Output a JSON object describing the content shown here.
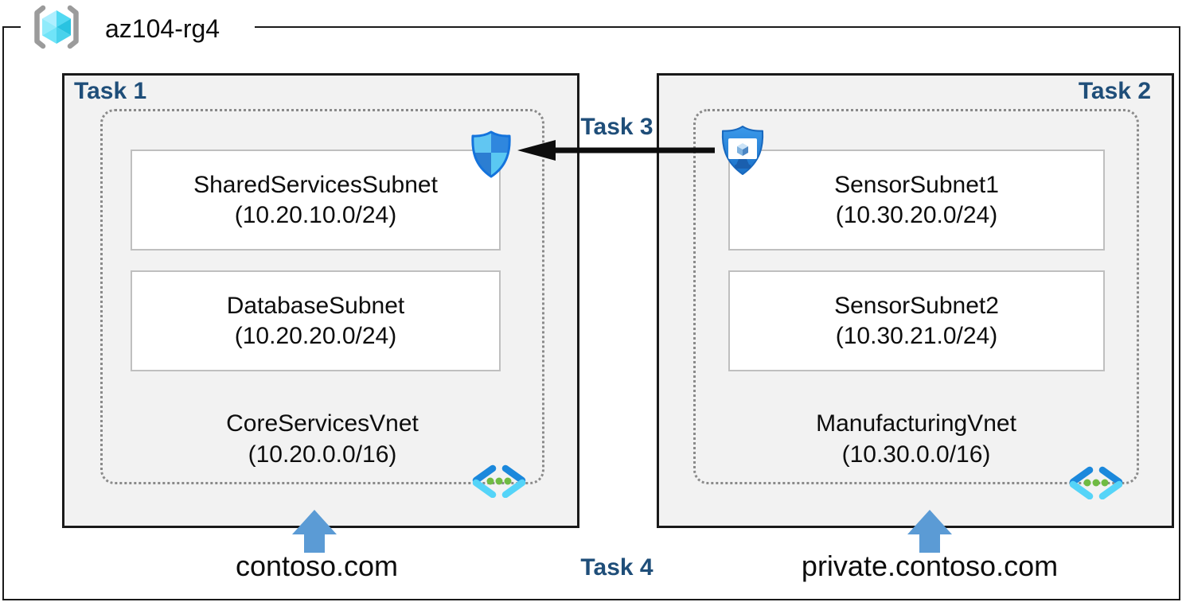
{
  "header": {
    "resource_group_name": "az104-rg4"
  },
  "tasks": {
    "task1": "Task 1",
    "task2": "Task 2",
    "task3": "Task 3",
    "task4": "Task 4"
  },
  "vnets": [
    {
      "task_label": "Task 1",
      "name": "CoreServicesVnet",
      "cidr": "(10.20.0.0/16)",
      "subnets": [
        {
          "name": "SharedServicesSubnet",
          "cidr": "(10.20.10.0/24)"
        },
        {
          "name": "DatabaseSubnet",
          "cidr": "(10.20.20.0/24)"
        }
      ],
      "dns_name": "contoso.com"
    },
    {
      "task_label": "Task 2",
      "name": "ManufacturingVnet",
      "cidr": "(10.30.0.0/16)",
      "subnets": [
        {
          "name": "SensorSubnet1",
          "cidr": "(10.30.20.0/24)"
        },
        {
          "name": "SensorSubnet2",
          "cidr": "(10.30.21.0/24)"
        }
      ],
      "dns_name": "private.contoso.com"
    }
  ],
  "peering_task_label": "Task 3",
  "dns_task_label": "Task 4",
  "icons": {
    "resource_group": "resource-group-cube-icon",
    "network_security": "shield-checkered-icon",
    "bastion_host": "shield-monitor-icon",
    "virtual_network": "vnet-brackets-dots-icon",
    "dns_arrow": "up-arrow-icon",
    "peering_arrow": "left-arrow-icon"
  },
  "colors": {
    "task_label": "#1F4E79",
    "box_fill": "#F2F2F2",
    "box_border": "#1A1A1A",
    "subnet_border": "#BFBFBF",
    "dashed_border": "#8A8A8A",
    "up_arrow": "#5B9BD5",
    "peering_arrow": "#0D0D0D",
    "vnet_icon_blue": "#1B88DC",
    "vnet_icon_cyan": "#55D4F8",
    "vnet_icon_green": "#6FBB43",
    "shield_light": "#61C6F2",
    "shield_dark": "#2D83DA",
    "shield_outline": "#1473DC",
    "bastion_top": "#3B99EA",
    "bastion_bottom": "#1B71C8",
    "cube_cyan": "#52D9F2",
    "bracket_gray": "#9B9B9B"
  }
}
